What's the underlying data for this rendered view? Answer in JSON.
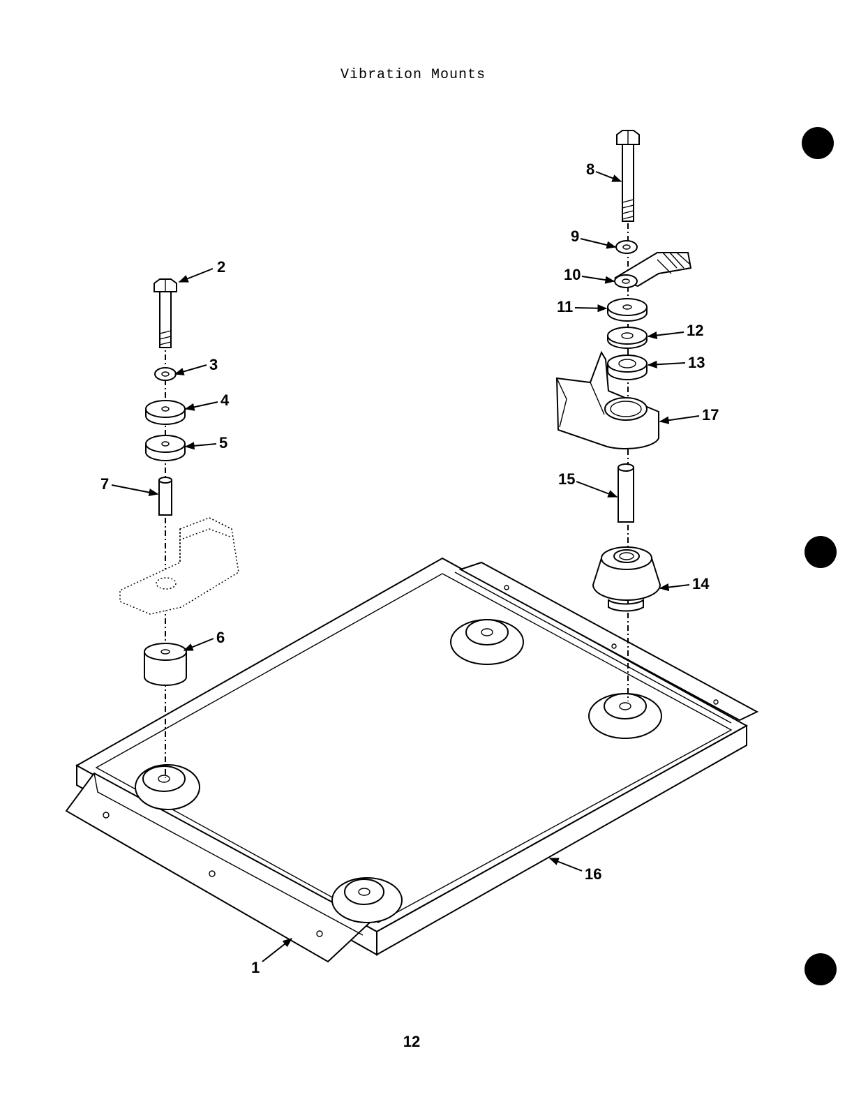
{
  "title": "Vibration Mounts",
  "page_number": "12",
  "callouts": [
    "1",
    "2",
    "3",
    "4",
    "5",
    "6",
    "7",
    "8",
    "9",
    "10",
    "11",
    "12",
    "13",
    "14",
    "15",
    "16",
    "17"
  ]
}
